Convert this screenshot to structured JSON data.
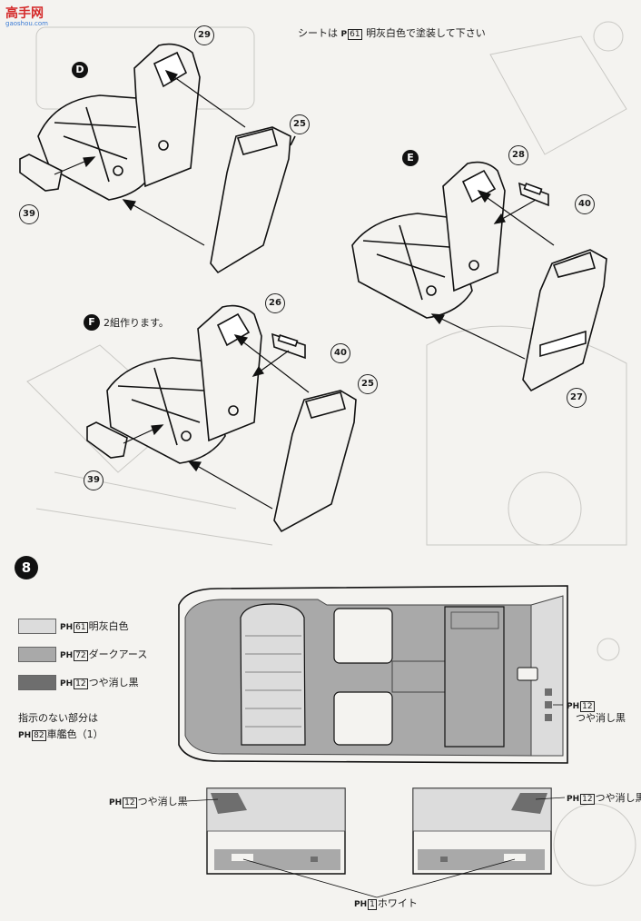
{
  "watermark": {
    "brand": "高手网",
    "url": "gaoshou.com"
  },
  "header_note": {
    "prefix": "シートは",
    "code": "61",
    "text": "明灰白色で塗装して下さい"
  },
  "steps": {
    "d": {
      "letter": "D"
    },
    "e": {
      "letter": "E"
    },
    "f": {
      "letter": "F",
      "note": "2組作ります。"
    },
    "eight": {
      "number": "8"
    }
  },
  "parts": {
    "d": [
      "29",
      "25",
      "39"
    ],
    "e": [
      "28",
      "40",
      "27"
    ],
    "f": [
      "26",
      "40",
      "25",
      "39"
    ]
  },
  "legend": {
    "ph_label": "PH",
    "items": [
      {
        "code": "61",
        "name": "明灰白色",
        "color": "#dcdcdc"
      },
      {
        "code": "72",
        "name": "ダークアース",
        "color": "#a9a9a9"
      },
      {
        "code": "12",
        "name": "つや消し黒",
        "color": "#6e6e6e"
      }
    ],
    "note_line1": "指示のない部分は",
    "note_line2_code": "82",
    "note_line2_text": "車艦色（1）"
  },
  "callouts": {
    "top_view_black": {
      "code": "12",
      "text": "つや消し黒"
    },
    "left_door_black": {
      "code": "12",
      "text": "つや消し黒"
    },
    "right_door_black": {
      "code": "12",
      "text": "つや消し黒"
    },
    "white": {
      "code": "1",
      "text": "ホワイト"
    }
  }
}
